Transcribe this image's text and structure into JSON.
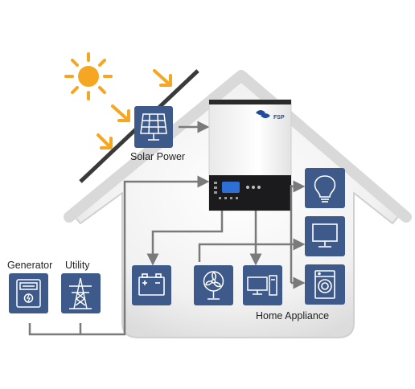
{
  "labels": {
    "solar_power": "Solar Power",
    "generator": "Generator",
    "utility": "Utility",
    "home_appliance": "Home Appliance"
  },
  "inverter": {
    "brand": "FSP"
  },
  "icons": {
    "sun": "sun-icon",
    "solar_panel": "solar-panel-icon",
    "generator": "meter-generator-icon",
    "utility": "power-tower-icon",
    "battery": "battery-icon",
    "fan": "fan-icon",
    "computer": "desktop-computer-icon",
    "lamp": "light-bulb-icon",
    "tv": "monitor-icon",
    "washer": "washing-machine-icon"
  },
  "colors": {
    "tile": "#3d5a8a",
    "connector": "#7a7a7a",
    "sun": "#f5a623",
    "house": "#e6e6e6",
    "inverter_body": "#f4f4f4",
    "inverter_panel": "#1b1b1d"
  }
}
